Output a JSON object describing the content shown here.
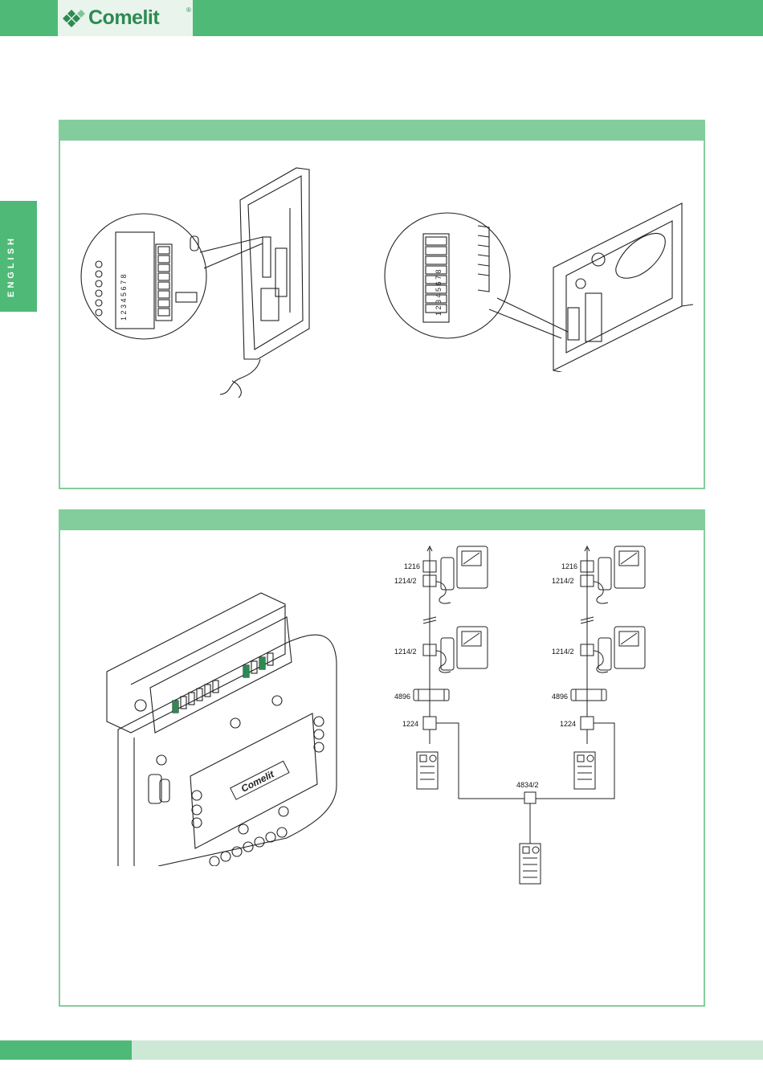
{
  "header": {
    "brand": "Comelit",
    "registered_mark": "®",
    "accent_color": "#4fba77",
    "logo_icon": "comelit-diamond-logo"
  },
  "side_tab": {
    "label": "ENGLISH"
  },
  "panel_top": {
    "left_figure": {
      "dip_digits": "1 2 3 4 5 6 7 8",
      "icon": "handset-dip-switch-illustration"
    },
    "right_figure": {
      "dip_digits": "1 2 3 4 5 6 7 8",
      "icon": "monitor-bracket-dip-switch-illustration"
    }
  },
  "panel_bottom": {
    "device_figure": {
      "brand_label": "Comelit",
      "icon": "switching-unit-illustration"
    },
    "diagram": {
      "left_column": {
        "top_label": "1216",
        "label_a": "1214/2",
        "label_b": "1214/2",
        "power": "4896",
        "relay": "1224"
      },
      "right_column": {
        "top_label": "1216",
        "label_a": "1214/2",
        "label_b": "1214/2",
        "power": "4896",
        "relay": "1224"
      },
      "junction_label": "4834/2"
    }
  },
  "colors": {
    "panel_border": "#83cd9c",
    "footer_light": "#cde9d6"
  }
}
